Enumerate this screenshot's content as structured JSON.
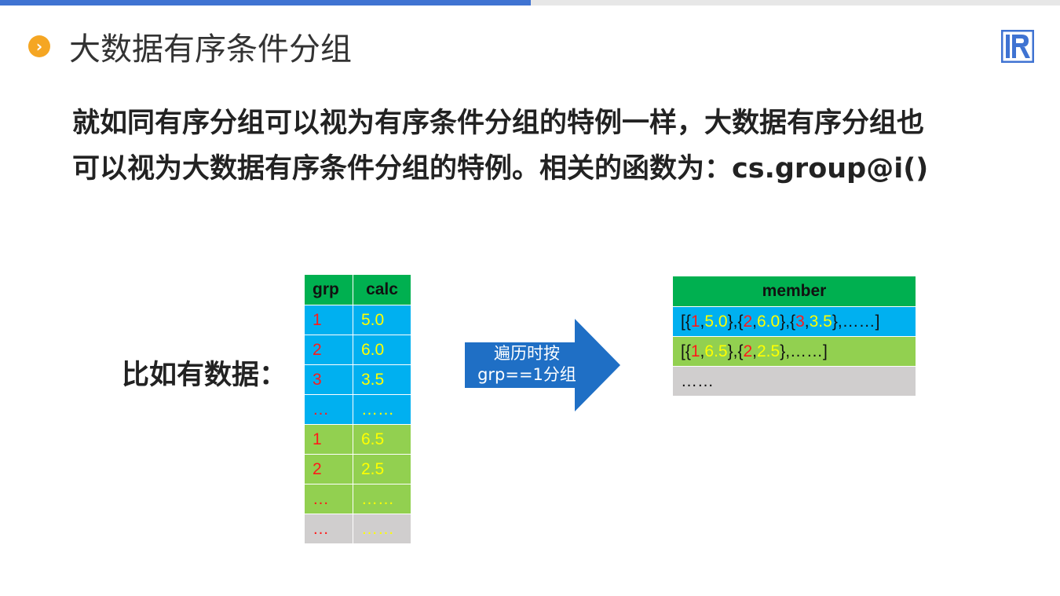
{
  "header": {
    "title": "大数据有序条件分组",
    "bullet_icon": "chevron-right-icon",
    "logo_icon": "r-logo-icon",
    "accent": "#3f73d2",
    "bullet_color": "#f5a623"
  },
  "intro": {
    "line1": "就如同有序分组可以视为有序条件分组的特例一样，大数据有序分组也",
    "line2": "可以视为大数据有序条件分组的特例。相关的函数为：cs.group@i()"
  },
  "example_label": "比如有数据：",
  "source_table": {
    "headers": [
      "grp",
      "calc"
    ],
    "rows": [
      {
        "grp": "1",
        "calc": "5.0"
      },
      {
        "grp": "2",
        "calc": "6.0"
      },
      {
        "grp": "3",
        "calc": "3.5"
      },
      {
        "grp": "…",
        "calc": "……"
      },
      {
        "grp": "1",
        "calc": "6.5"
      },
      {
        "grp": "2",
        "calc": "2.5"
      },
      {
        "grp": "…",
        "calc": "……"
      },
      {
        "grp": "…",
        "calc": "……"
      }
    ]
  },
  "arrow": {
    "line1": "遍历时按",
    "line2": "grp==1分组"
  },
  "result_table": {
    "header": "member",
    "row1": {
      "open": "[{",
      "a1": "1",
      "s1": ",",
      "b1": "5.0",
      "c1": "},{",
      "a2": "2",
      "s2": ",",
      "b2": "6.0",
      "c2": "},{",
      "a3": "3",
      "s3": ",",
      "b3": "3.5",
      "tail": "},……]"
    },
    "row2": {
      "open": "[{",
      "a1": "1",
      "s1": ",",
      "b1": "6.5",
      "c1": "},{",
      "a2": "2",
      "s2": ",",
      "b2": "2.5",
      "tail": "},……]"
    },
    "row3": "……"
  },
  "colors": {
    "green_header": "#00b050",
    "blue": "#00b0f0",
    "light_green": "#92d050",
    "gray": "#d0cece",
    "arrow": "#1f6fc5"
  }
}
